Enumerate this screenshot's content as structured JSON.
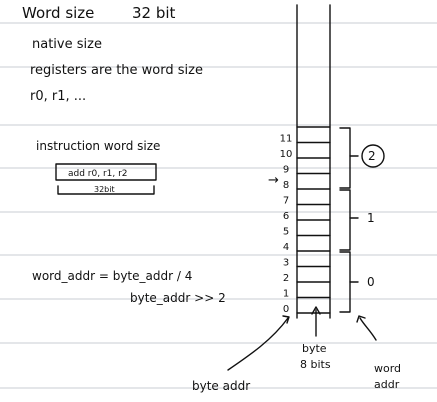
{
  "notes": {
    "heading": "Word size",
    "heading_value": "32 bit",
    "line_native": "native size",
    "line_registers": "registers are the word size",
    "line_regs": "r0, r1, ...",
    "instruction_title": "instruction word size",
    "instr_field": "add r0, r1, r2",
    "instr_bits": "32bit",
    "formula_1": "word_addr = byte_addr / 4",
    "formula_2": "byte_addr >> 2"
  },
  "memory_column": {
    "byte_indices": [
      "0",
      "1",
      "2",
      "3",
      "4",
      "5",
      "6",
      "7",
      "8",
      "9",
      "10",
      "11"
    ],
    "word_group_labels": [
      "0",
      "1",
      "2"
    ],
    "pointer_mark": "→"
  },
  "annotations": {
    "bytes_label_line1": "byte",
    "bytes_label_line2": "8 bits",
    "byte_addr_label": "byte addr",
    "word_addr_line1": "word",
    "word_addr_line2": "addr"
  }
}
